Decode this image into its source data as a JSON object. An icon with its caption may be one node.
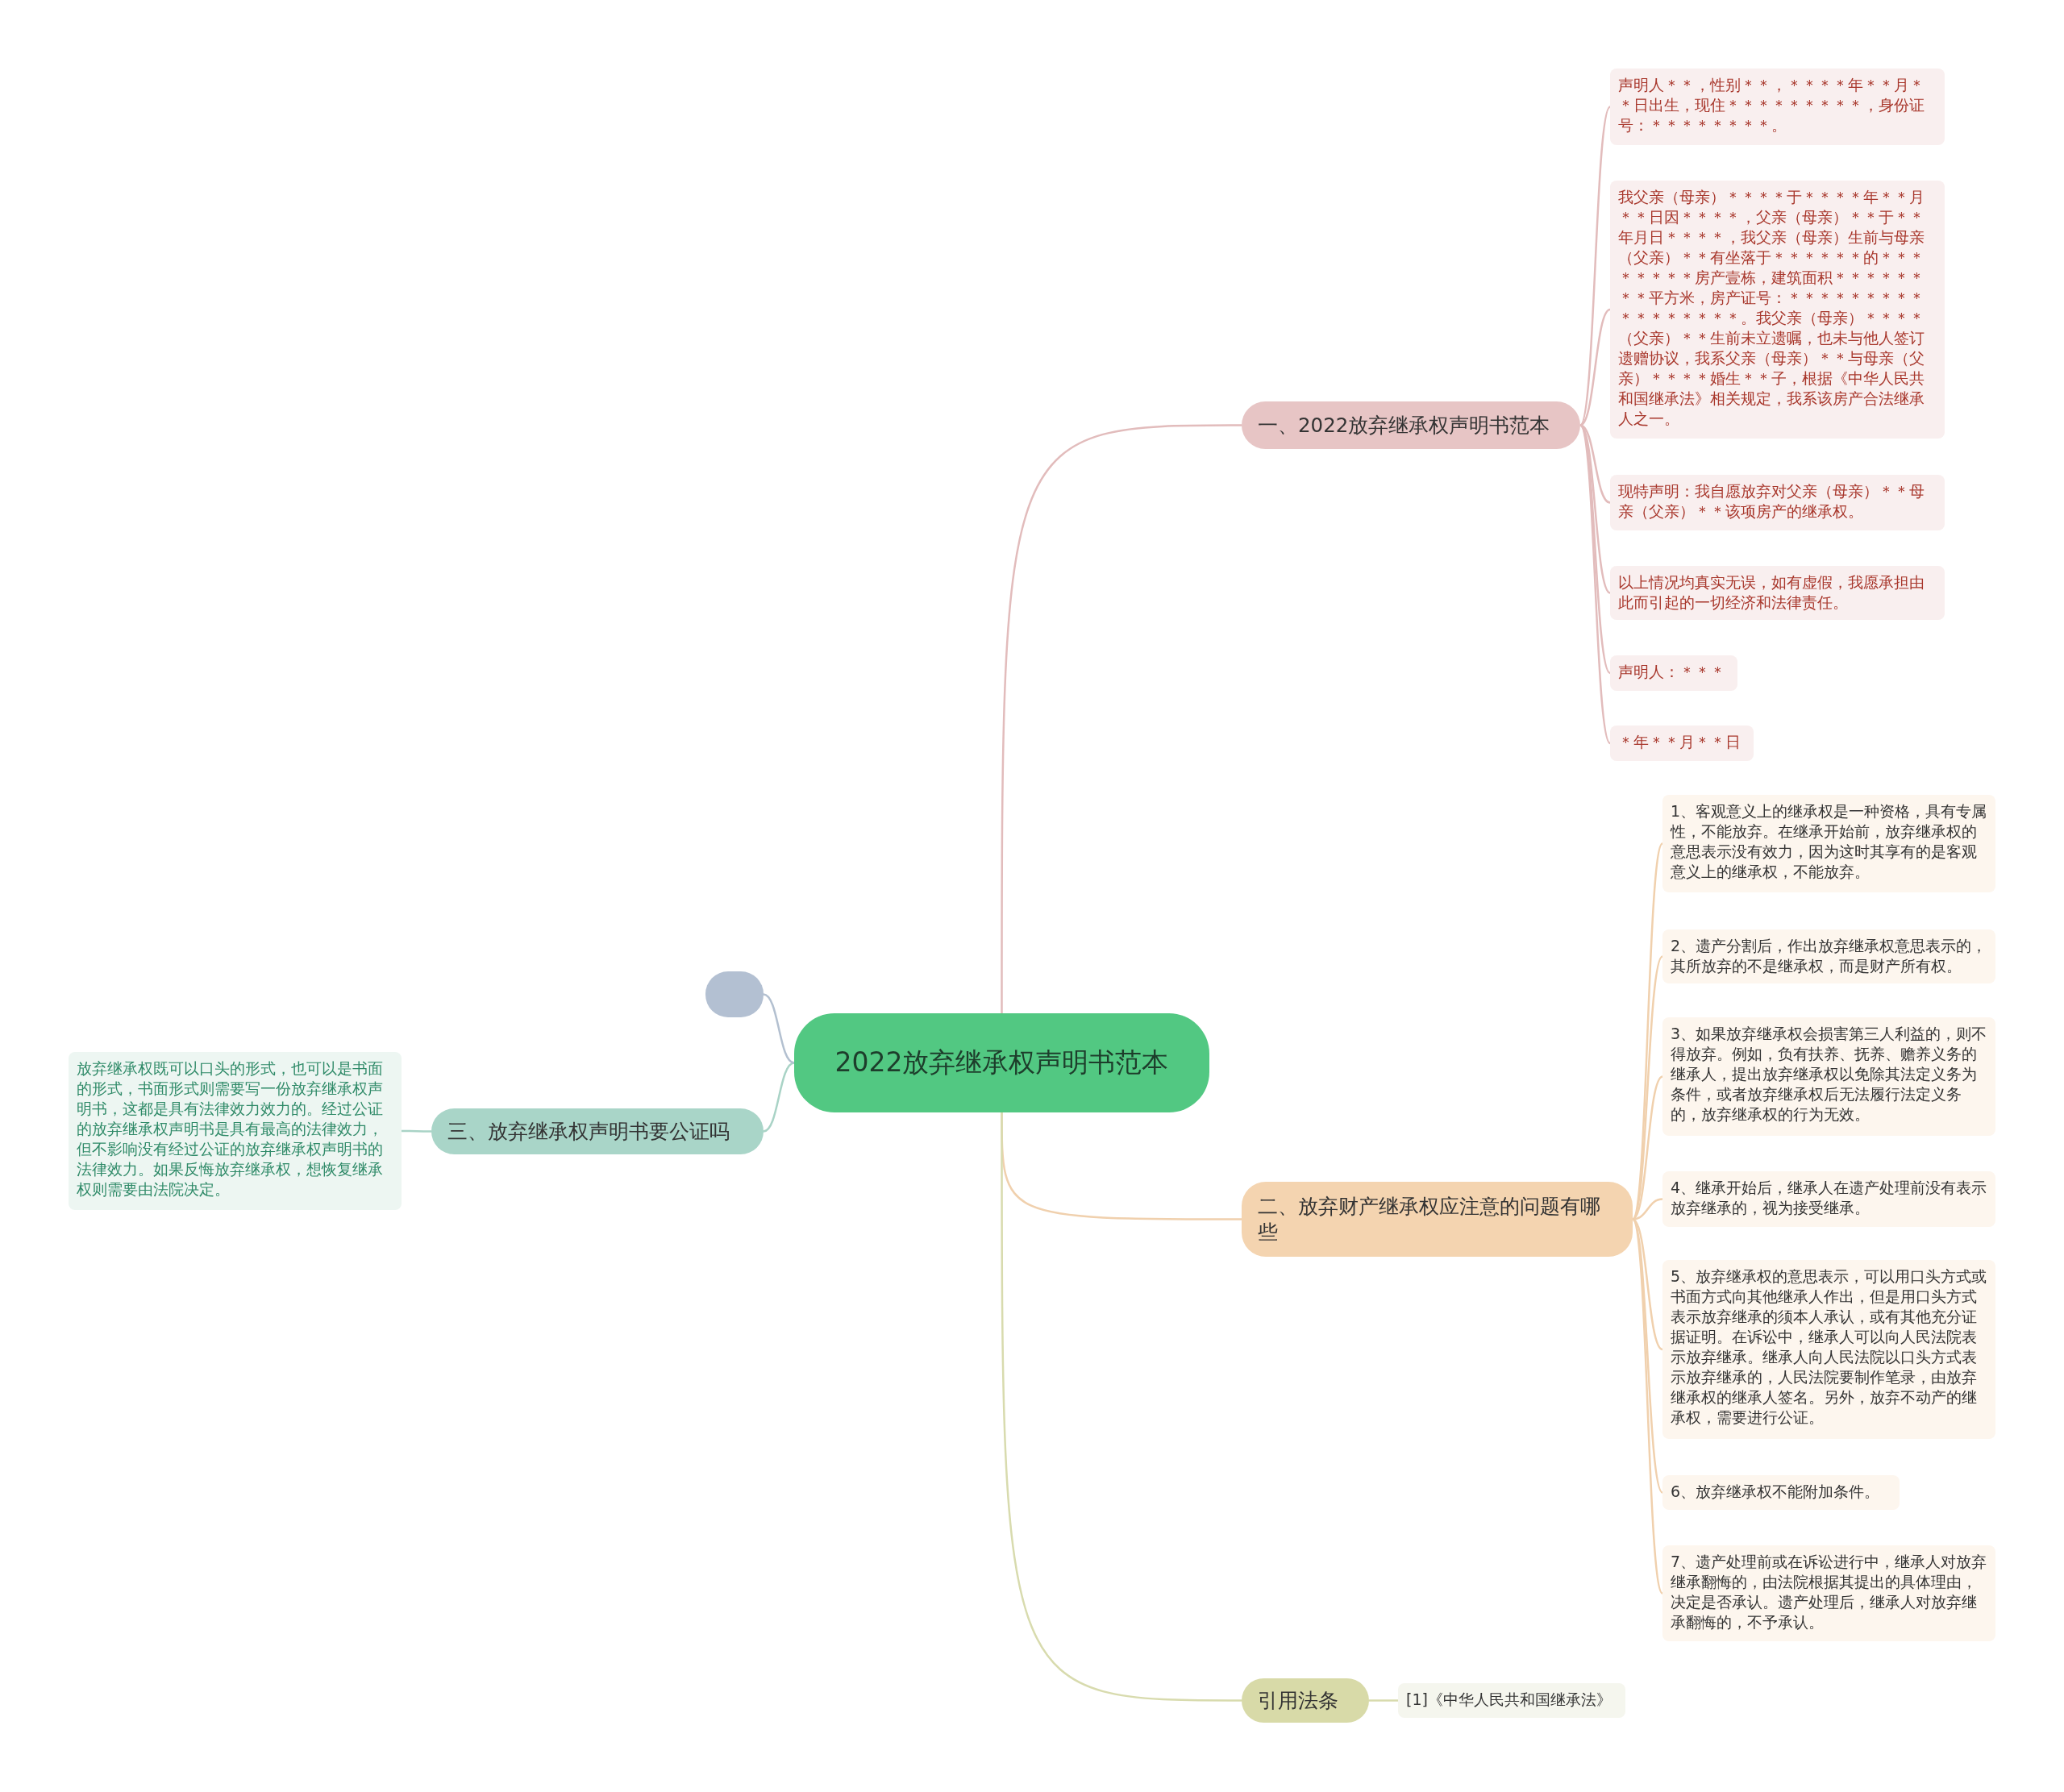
{
  "diagram": {
    "nodes": [
      {
        "text": [
          "2022放弃继承权声明书范本"
        ]
      },
      {
        "text": [
          "一、2022放弃继承权声明书范本"
        ]
      },
      {
        "text": [
          "声明人＊＊，性别＊＊，＊＊＊＊年＊＊月＊＊日出生，现住＊＊＊＊＊＊＊＊＊，身份证号：＊＊＊＊＊＊＊＊。"
        ]
      },
      {
        "text": [
          "我父亲（母亲）＊＊＊＊于＊＊＊＊年＊＊月＊＊日因＊＊＊＊，父亲（母亲）＊＊于＊＊年月日＊＊＊＊，我父亲（母亲）生前与母亲（父亲）＊＊有坐落于＊＊＊＊＊＊的＊＊＊＊＊＊＊＊房产壹栋，建筑面积＊＊＊＊＊＊＊＊平方米，房产证号：＊＊＊＊＊＊＊＊＊＊＊＊＊＊＊＊＊。我父亲（母亲）＊＊＊＊（父亲）＊＊生前未立遗嘱，也未与他人签订遗赠协议，我系父亲（母亲）＊＊与母亲（父亲）＊＊＊＊婚生＊＊子，根据《中华人民共和国继承法》相关规定，我系该房产合法继承人之一。"
        ]
      },
      {
        "text": [
          "现特声明：我自愿放弃对父亲（母亲）＊＊母亲（父亲）＊＊该项房产的继承权。"
        ]
      },
      {
        "text": [
          "以上情况均真实无误，如有虚假，我愿承担由此而引起的一切经济和法律责任。"
        ]
      },
      {
        "text": [
          "声明人：＊＊＊"
        ]
      },
      {
        "text": [
          "＊年＊＊月＊＊日"
        ]
      },
      {
        "text": [
          "二、放弃财产继承权应注意的问题有哪些"
        ]
      },
      {
        "text": [
          "1、客观意义上的继承权是一种资格，具有专属性，不能放弃。在继承开始前，放弃继承权的意思表示没有效力，因为这时其享有的是客观意义上的继承权，不能放弃。"
        ]
      },
      {
        "text": [
          "2、遗产分割后，作出放弃继承权意思表示的，其所放弃的不是继承权，而是财产所有权。"
        ]
      },
      {
        "text": [
          "3、如果放弃继承权会损害第三人利益的，则不得放弃。例如，负有扶养、抚养、赡养义务的继承人，提出放弃继承权以免除其法定义务为条件，或者放弃继承权后无法履行法定义务的，放弃继承权的行为无效。"
        ]
      },
      {
        "text": [
          "4、继承开始后，继承人在遗产处理前没有表示放弃继承的，视为接受继承。"
        ]
      },
      {
        "text": [
          "5、放弃继承权的意思表示，可以用口头方式或书面方式向其他继承人作出，但是用口头方式表示放弃继承的须本人承认，或有其他充分证据证明。在诉讼中，继承人可以向人民法院表示放弃继承。继承人向人民法院以口头方式表示放弃继承的，人民法院要制作笔录，由放弃继承权的继承人签名。另外，放弃不动产的继承权，需要进行公证。"
        ]
      },
      {
        "text": [
          "6、放弃继承权不能附加条件。"
        ]
      },
      {
        "text": [
          "7、遗产处理前或在诉讼进行中，继承人对放弃继承翻悔的，由法院根据其提出的具体理由，决定是否承认。遗产处理后，继承人对放弃继承翻悔的，不予承认。"
        ]
      },
      {
        "text": [
          "引用法条"
        ]
      },
      {
        "text": [
          "[1]《中华人民共和国继承法》"
        ]
      },
      {
        "text": [
          "三、放弃继承权声明书要公证吗"
        ]
      },
      {
        "text": [
          "放弃继承权既可以口头的形式，也可以是书面的形式，书面形式则需要写一份放弃继承权声明书，这都是具有法律效力效力的。经过公证的放弃继承权声明书是具有最高的法律效力，但不影响没有经过公证的放弃继承权声明书的法律效力。如果反悔放弃继承权，想恢复继承权则需要由法院决定。"
        ]
      },
      {
        "text": [],
        "shape": "box"
      }
    ],
    "edges": [
      {
        "from": 0,
        "to": 1,
        "arrow": "none",
        "color": "#e2bcbc"
      },
      {
        "from": 1,
        "to": 2,
        "arrow": "none",
        "color": "#e2bcbc"
      },
      {
        "from": 1,
        "to": 3,
        "arrow": "none",
        "color": "#e2bcbc"
      },
      {
        "from": 1,
        "to": 4,
        "arrow": "none",
        "color": "#e2bcbc"
      },
      {
        "from": 1,
        "to": 5,
        "arrow": "none",
        "color": "#e2bcbc"
      },
      {
        "from": 1,
        "to": 6,
        "arrow": "none",
        "color": "#e2bcbc"
      },
      {
        "from": 1,
        "to": 7,
        "arrow": "none",
        "color": "#e2bcbc"
      },
      {
        "from": 0,
        "to": 8,
        "arrow": "none",
        "color": "#f0d0ad"
      },
      {
        "from": 8,
        "to": 9,
        "arrow": "none",
        "color": "#f0d0ad"
      },
      {
        "from": 8,
        "to": 10,
        "arrow": "none",
        "color": "#f0d0ad"
      },
      {
        "from": 8,
        "to": 11,
        "arrow": "none",
        "color": "#f0d0ad"
      },
      {
        "from": 8,
        "to": 12,
        "arrow": "none",
        "color": "#f0d0ad"
      },
      {
        "from": 8,
        "to": 13,
        "arrow": "none",
        "color": "#f0d0ad"
      },
      {
        "from": 8,
        "to": 14,
        "arrow": "none",
        "color": "#f0d0ad"
      },
      {
        "from": 8,
        "to": 15,
        "arrow": "none",
        "color": "#f0d0ad"
      },
      {
        "from": 0,
        "to": 16,
        "arrow": "none",
        "color": "#d8dbae"
      },
      {
        "from": 16,
        "to": 17,
        "arrow": "none",
        "color": "#d8dbae"
      },
      {
        "from": 0,
        "to": 18,
        "arrow": "none",
        "color": "#a9d3c6"
      },
      {
        "from": 18,
        "to": 19,
        "arrow": "none",
        "color": "#a9d3c6"
      },
      {
        "from": 0,
        "to": 20,
        "arrow": "none",
        "color": "#b3c0d0"
      }
    ]
  }
}
